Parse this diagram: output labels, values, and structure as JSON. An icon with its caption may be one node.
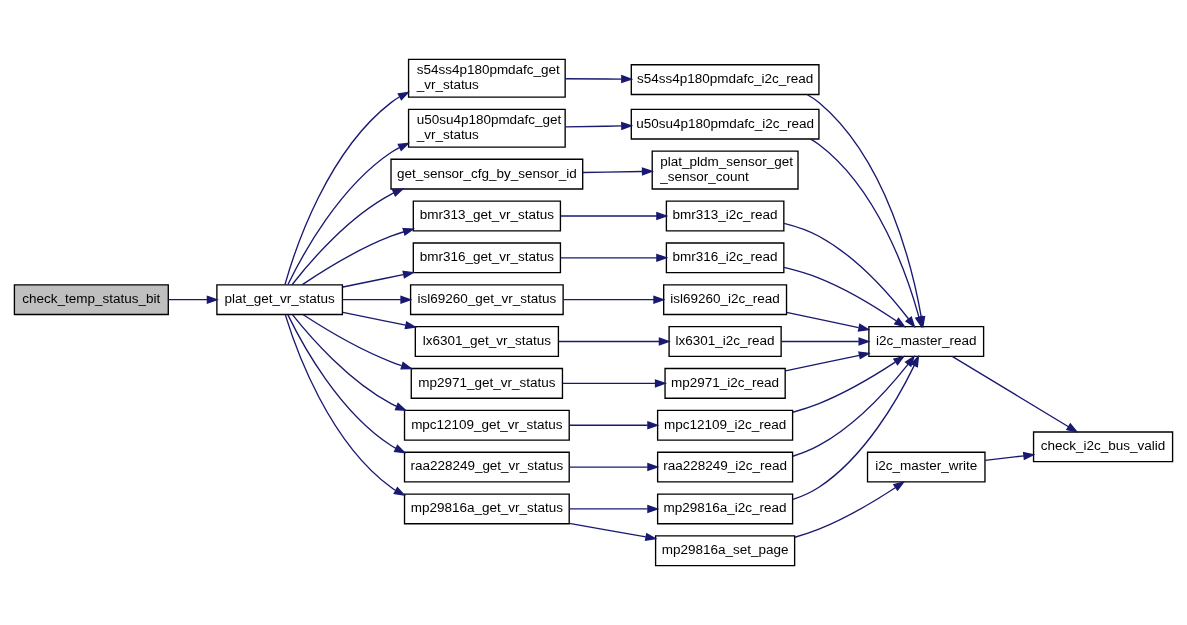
{
  "diagram": {
    "nodes": [
      {
        "text": [
          "check_temp_status_bit"
        ]
      },
      {
        "text": [
          "plat_get_vr_status"
        ]
      },
      {
        "text": [
          "s54ss4p180pmdafc_get _vr_status"
        ]
      },
      {
        "text": [
          "u50su4p180pmdafc_get _vr_status"
        ]
      },
      {
        "text": [
          "get_sensor_cfg_by_sensor_id"
        ]
      },
      {
        "text": [
          "bmr313_get_vr_status"
        ]
      },
      {
        "text": [
          "bmr316_get_vr_status"
        ]
      },
      {
        "text": [
          "isl69260_get_vr_status"
        ]
      },
      {
        "text": [
          "lx6301_get_vr_status"
        ]
      },
      {
        "text": [
          "mp2971_get_vr_status"
        ]
      },
      {
        "text": [
          "mpc12109_get_vr_status"
        ]
      },
      {
        "text": [
          "raa228249_get_vr_status"
        ]
      },
      {
        "text": [
          "mp29816a_get_vr_status"
        ]
      },
      {
        "text": [
          "s54ss4p180pmdafc_i2c_read"
        ]
      },
      {
        "text": [
          "u50su4p180pmdafc_i2c_read"
        ]
      },
      {
        "text": [
          "plat_pldm_sensor_get _sensor_count"
        ]
      },
      {
        "text": [
          "bmr313_i2c_read"
        ]
      },
      {
        "text": [
          "bmr316_i2c_read"
        ]
      },
      {
        "text": [
          "isl69260_i2c_read"
        ]
      },
      {
        "text": [
          "lx6301_i2c_read"
        ]
      },
      {
        "text": [
          "mp2971_i2c_read"
        ]
      },
      {
        "text": [
          "mpc12109_i2c_read"
        ]
      },
      {
        "text": [
          "raa228249_i2c_read"
        ]
      },
      {
        "text": [
          "mp29816a_i2c_read"
        ]
      },
      {
        "text": [
          "mp29816a_set_page"
        ]
      },
      {
        "text": [
          "i2c_master_read"
        ]
      },
      {
        "text": [
          "i2c_master_write"
        ]
      },
      {
        "text": [
          "check_i2c_bus_valid"
        ]
      }
    ],
    "edges": [
      {
        "from": 0,
        "to": 1,
        "arrow": "to"
      },
      {
        "from": 1,
        "to": 2,
        "arrow": "to"
      },
      {
        "from": 1,
        "to": 3,
        "arrow": "to"
      },
      {
        "from": 1,
        "to": 4,
        "arrow": "to"
      },
      {
        "from": 1,
        "to": 5,
        "arrow": "to"
      },
      {
        "from": 1,
        "to": 6,
        "arrow": "to"
      },
      {
        "from": 1,
        "to": 7,
        "arrow": "to"
      },
      {
        "from": 1,
        "to": 8,
        "arrow": "to"
      },
      {
        "from": 1,
        "to": 9,
        "arrow": "to"
      },
      {
        "from": 1,
        "to": 10,
        "arrow": "to"
      },
      {
        "from": 1,
        "to": 11,
        "arrow": "to"
      },
      {
        "from": 1,
        "to": 12,
        "arrow": "to"
      },
      {
        "from": 2,
        "to": 13,
        "arrow": "to"
      },
      {
        "from": 3,
        "to": 14,
        "arrow": "to"
      },
      {
        "from": 4,
        "to": 15,
        "arrow": "to"
      },
      {
        "from": 5,
        "to": 16,
        "arrow": "to"
      },
      {
        "from": 6,
        "to": 17,
        "arrow": "to"
      },
      {
        "from": 7,
        "to": 18,
        "arrow": "to"
      },
      {
        "from": 8,
        "to": 19,
        "arrow": "to"
      },
      {
        "from": 9,
        "to": 20,
        "arrow": "to"
      },
      {
        "from": 10,
        "to": 21,
        "arrow": "to"
      },
      {
        "from": 11,
        "to": 22,
        "arrow": "to"
      },
      {
        "from": 12,
        "to": 23,
        "arrow": "to"
      },
      {
        "from": 12,
        "to": 24,
        "arrow": "to"
      },
      {
        "from": 13,
        "to": 25,
        "arrow": "to"
      },
      {
        "from": 14,
        "to": 25,
        "arrow": "to"
      },
      {
        "from": 16,
        "to": 25,
        "arrow": "to"
      },
      {
        "from": 17,
        "to": 25,
        "arrow": "to"
      },
      {
        "from": 18,
        "to": 25,
        "arrow": "to"
      },
      {
        "from": 19,
        "to": 25,
        "arrow": "to"
      },
      {
        "from": 20,
        "to": 25,
        "arrow": "to"
      },
      {
        "from": 21,
        "to": 25,
        "arrow": "to"
      },
      {
        "from": 22,
        "to": 25,
        "arrow": "to"
      },
      {
        "from": 23,
        "to": 25,
        "arrow": "to"
      },
      {
        "from": 24,
        "to": 26,
        "arrow": "to"
      },
      {
        "from": 25,
        "to": 27,
        "arrow": "to"
      },
      {
        "from": 26,
        "to": 27,
        "arrow": "to"
      }
    ]
  }
}
